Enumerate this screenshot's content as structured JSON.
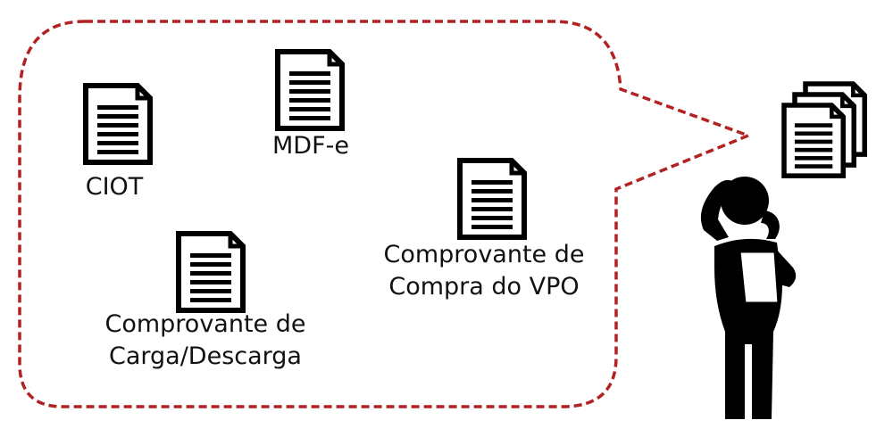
{
  "colors": {
    "bubble_border": "#b22222",
    "ink": "#000000",
    "paper": "#ffffff"
  },
  "documents": [
    {
      "id": "ciot",
      "icon": "document-icon",
      "lines": [
        "CIOT"
      ]
    },
    {
      "id": "mdfe",
      "icon": "document-icon",
      "lines": [
        "MDF-e"
      ]
    },
    {
      "id": "vpo",
      "icon": "document-icon",
      "lines": [
        "Comprovante de",
        "Compra do VPO"
      ]
    },
    {
      "id": "carga",
      "icon": "document-icon",
      "lines": [
        "Comprovante de",
        "Carga/Descarga"
      ]
    }
  ],
  "person": {
    "icon": "confused-person-icon",
    "holding": "paper-icon"
  },
  "document_stack": {
    "icon": "document-stack-icon"
  }
}
